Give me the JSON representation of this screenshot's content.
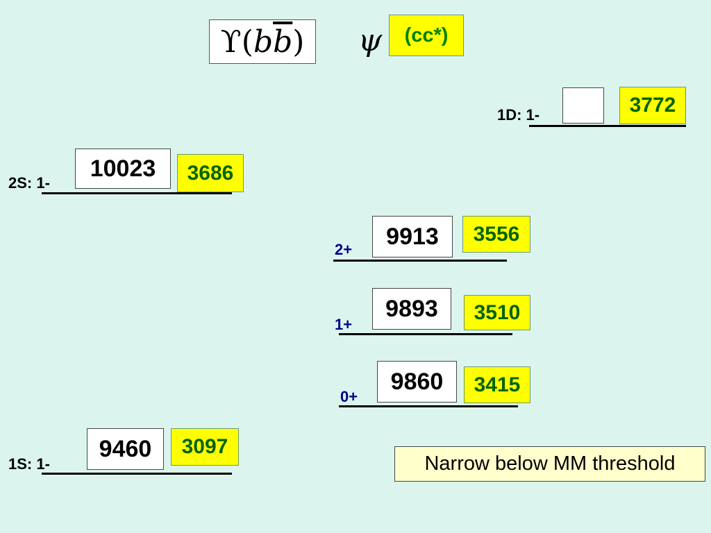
{
  "header": {
    "upsilon_symbol": "ϒ",
    "upsilon_open": "(",
    "quark_b": "b",
    "antiquark_b": "b",
    "upsilon_close": ")",
    "psi_symbol": "ψ",
    "charm_label": "(cc*)"
  },
  "levels": {
    "d1": {
      "label": "1D: 1-",
      "bottomonium": "",
      "charmonium": "3772"
    },
    "s2": {
      "label": "2S: 1-",
      "bottomonium": "10023",
      "charmonium": "3686"
    },
    "p2": {
      "label": "2+",
      "bottomonium": "9913",
      "charmonium": "3556"
    },
    "p1": {
      "label": "1+",
      "bottomonium": "9893",
      "charmonium": "3510"
    },
    "p0": {
      "label": "0+",
      "bottomonium": "9860",
      "charmonium": "3415"
    },
    "s1": {
      "label": "1S: 1-",
      "bottomonium": "9460",
      "charmonium": "3097"
    }
  },
  "note": "Narrow below MM threshold",
  "colors": {
    "background": "#dbf5ee",
    "charmonium_box": "#ffff00",
    "charmonium_text": "#006400",
    "parity_label": "#00008b"
  }
}
